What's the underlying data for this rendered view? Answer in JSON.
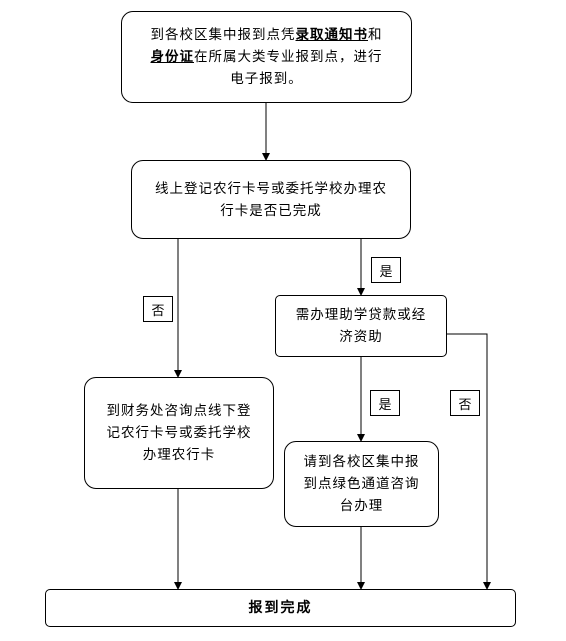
{
  "nodes": {
    "start": {
      "pre": "到各校区集中报到点凭",
      "em1": "录取通知书",
      "mid": "和",
      "em2": "身份证",
      "post": "在所属大类专业报到点，进行电子报到。"
    },
    "check_card": "线上登记农行卡号或委托学校办理农行卡是否已完成",
    "finance_office": "到财务处咨询点线下登记农行卡号或委托学校办理农行卡",
    "need_aid": "需办理助学贷款或经济资助",
    "green_channel": "请到各校区集中报到点绿色通道咨询台办理",
    "done": "报到完成"
  },
  "labels": {
    "yes_card": "是",
    "no_card": "否",
    "yes_aid": "是",
    "no_aid": "否"
  }
}
